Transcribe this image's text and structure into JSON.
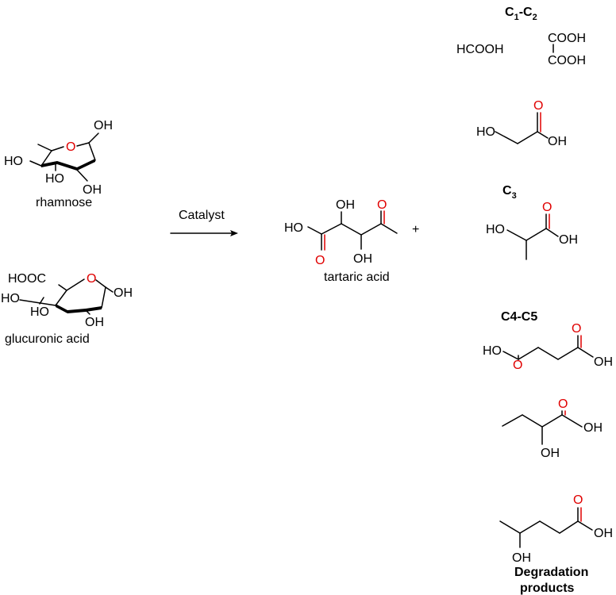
{
  "reaction": {
    "catalyst_label": "Catalyst",
    "plus": "+"
  },
  "reactants": {
    "rhamnose": {
      "name": "rhamnose",
      "ring_oxygen": "O",
      "oh_top": "OH",
      "ho_left": "HO",
      "ho_mid": "HO",
      "oh_bottom": "OH"
    },
    "glucuronic_acid": {
      "name": "glucuronic acid",
      "hooc": "HOOC",
      "ring_oxygen": "O",
      "ho_left": "HO",
      "ho_mid": "HO",
      "oh_right": "OH",
      "oh_bottom": "OH"
    }
  },
  "main_product": {
    "name": "tartaric acid",
    "ho": "HO",
    "carbonyl_o": "O",
    "ketone_o": "O",
    "oh_top": "OH",
    "oh_bottom": "OH"
  },
  "degradation": {
    "title_line1": "Degradation",
    "title_line2": "products",
    "groups": {
      "c1c2": {
        "prefix": "C",
        "sub1": "1",
        "dash": "-C",
        "sub2": "2"
      },
      "c3": {
        "prefix": "C",
        "sub": "3"
      },
      "c4c5": {
        "label": "C4-C5"
      }
    },
    "formic_acid": "HCOOH",
    "oxalic_top": "COOH",
    "oxalic_bottom": "COOH",
    "glycolic": {
      "ho": "HO",
      "o": "O",
      "oh": "OH"
    },
    "lactic": {
      "ho": "HO",
      "o": "O",
      "oh": "OH"
    },
    "succinic": {
      "ho": "HO",
      "o_top": "O",
      "o_bottom": "O",
      "oh": "OH"
    },
    "hydroxybutyric": {
      "o": "O",
      "oh_right": "OH",
      "oh_bottom": "OH"
    },
    "hydroxypentanoic": {
      "o": "O",
      "oh_right": "OH",
      "oh_bottom": "OH"
    }
  },
  "colors": {
    "bond": "#000000",
    "oxygen": "#e00000"
  }
}
